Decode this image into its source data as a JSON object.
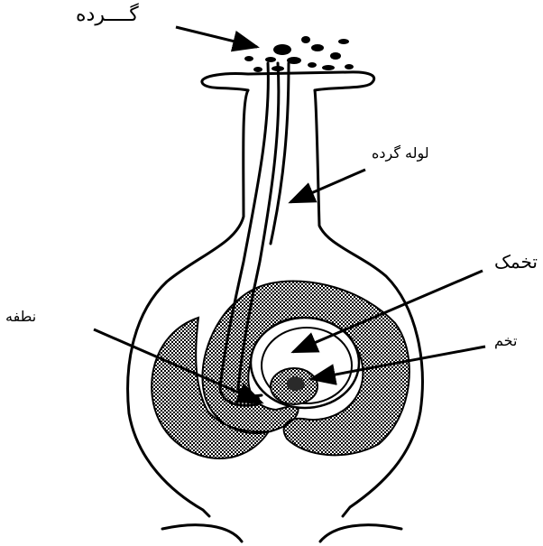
{
  "labels": {
    "pollen": "گــــرده",
    "pollen_tube": "لوله گرده",
    "ovule": "تخمک",
    "egg": "تخم",
    "sperm": "نطفه"
  },
  "colors": {
    "line": "#000000",
    "background": "#ffffff",
    "ovule_fill": "#3a3a3a"
  }
}
